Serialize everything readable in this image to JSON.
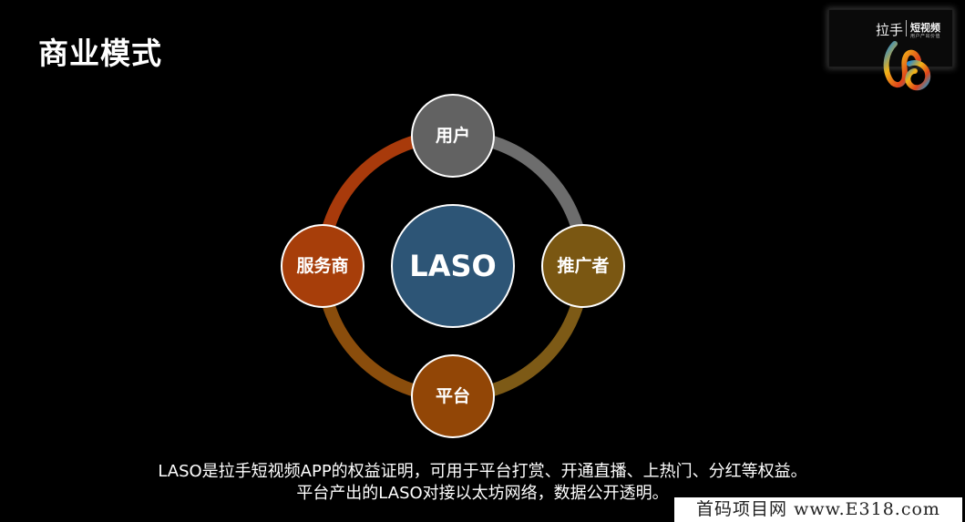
{
  "slide": {
    "title": "商业模式",
    "caption_line1": "LASO是拉手短视频APP的权益证明，可用于平台打赏、开通直播、上热门、分红等权益。",
    "caption_line2": "平台产出的LASO对接以太坊网络，数据公开透明。"
  },
  "logo": {
    "main": "拉手",
    "sub": "短视频",
    "tag": "用户产出价值"
  },
  "watermark": {
    "text": "首码项目网  www.E318.com"
  },
  "diagram": {
    "center": {
      "label": "LASO",
      "color": "#2d5576"
    },
    "nodes": [
      {
        "label": "用户",
        "color": "#626262"
      },
      {
        "label": "推广者",
        "color": "#7a5712"
      },
      {
        "label": "平台",
        "color": "#924606"
      },
      {
        "label": "服务商",
        "color": "#a73e0a"
      }
    ],
    "ring_colors": [
      "#6d6d6d",
      "#7d5a16",
      "#8a4d0c",
      "#a83a0b"
    ]
  }
}
